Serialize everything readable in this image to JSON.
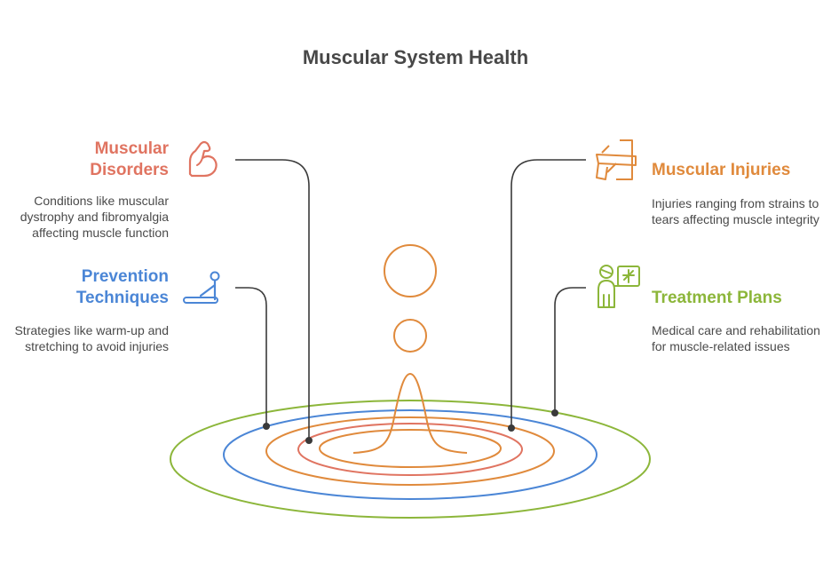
{
  "title": "Muscular System Health",
  "colors": {
    "disorders": "#e07461",
    "prevention": "#4b86d6",
    "injuries": "#e08a3c",
    "treatment": "#8cb63a",
    "connector": "#3a3a3a"
  },
  "sections": {
    "disorders": {
      "heading": "Muscular Disorders",
      "description": "Conditions like muscular dystrophy and fibromyalgia affecting muscle function",
      "icon": "flexed-arm-icon"
    },
    "prevention": {
      "heading": "Prevention Techniques",
      "description": "Strategies like warm-up and stretching to avoid injuries",
      "icon": "stretching-person-icon"
    },
    "injuries": {
      "heading": "Muscular Injuries",
      "description": "Injuries ranging from strains to tears affecting muscle integrity",
      "icon": "bandaged-limb-icon"
    },
    "treatment": {
      "heading": "Treatment Plans",
      "description": "Medical care and rehabilitation for muscle-related issues",
      "icon": "doctor-xray-icon"
    }
  }
}
